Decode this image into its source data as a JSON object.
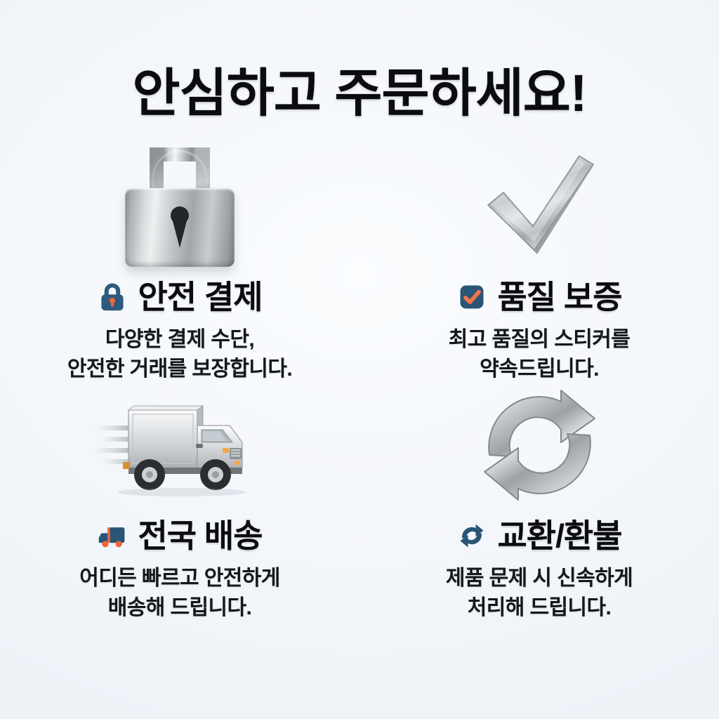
{
  "page": {
    "title": "안심하고 주문하세요!",
    "background_color": "#f4f7fa",
    "text_color": "#0c0c0e",
    "accent_blue": "#2e5a7d",
    "accent_orange": "#f0663c",
    "metal_silver": "#c2c6c9"
  },
  "features": [
    {
      "illustration": "padlock-3d-silver",
      "badge_icon": "lock-icon",
      "heading": "안전 결제",
      "description_line1": "다양한 결제 수단,",
      "description_line2": "안전한 거래를 보장합니다."
    },
    {
      "illustration": "checkmark-3d-silver",
      "badge_icon": "check-box-icon",
      "heading": "품질 보증",
      "description_line1": "최고 품질의 스티커를",
      "description_line2": "약속드립니다."
    },
    {
      "illustration": "delivery-truck-3d-silver",
      "badge_icon": "truck-icon",
      "heading": "전국 배송",
      "description_line1": "어디든 빠르고 안전하게",
      "description_line2": "배송해 드립니다."
    },
    {
      "illustration": "refresh-arrows-3d-silver",
      "badge_icon": "exchange-arrows-icon",
      "heading": "교환/환불",
      "description_line1": "제품 문제 시 신속하게",
      "description_line2": "처리해 드립니다."
    }
  ]
}
